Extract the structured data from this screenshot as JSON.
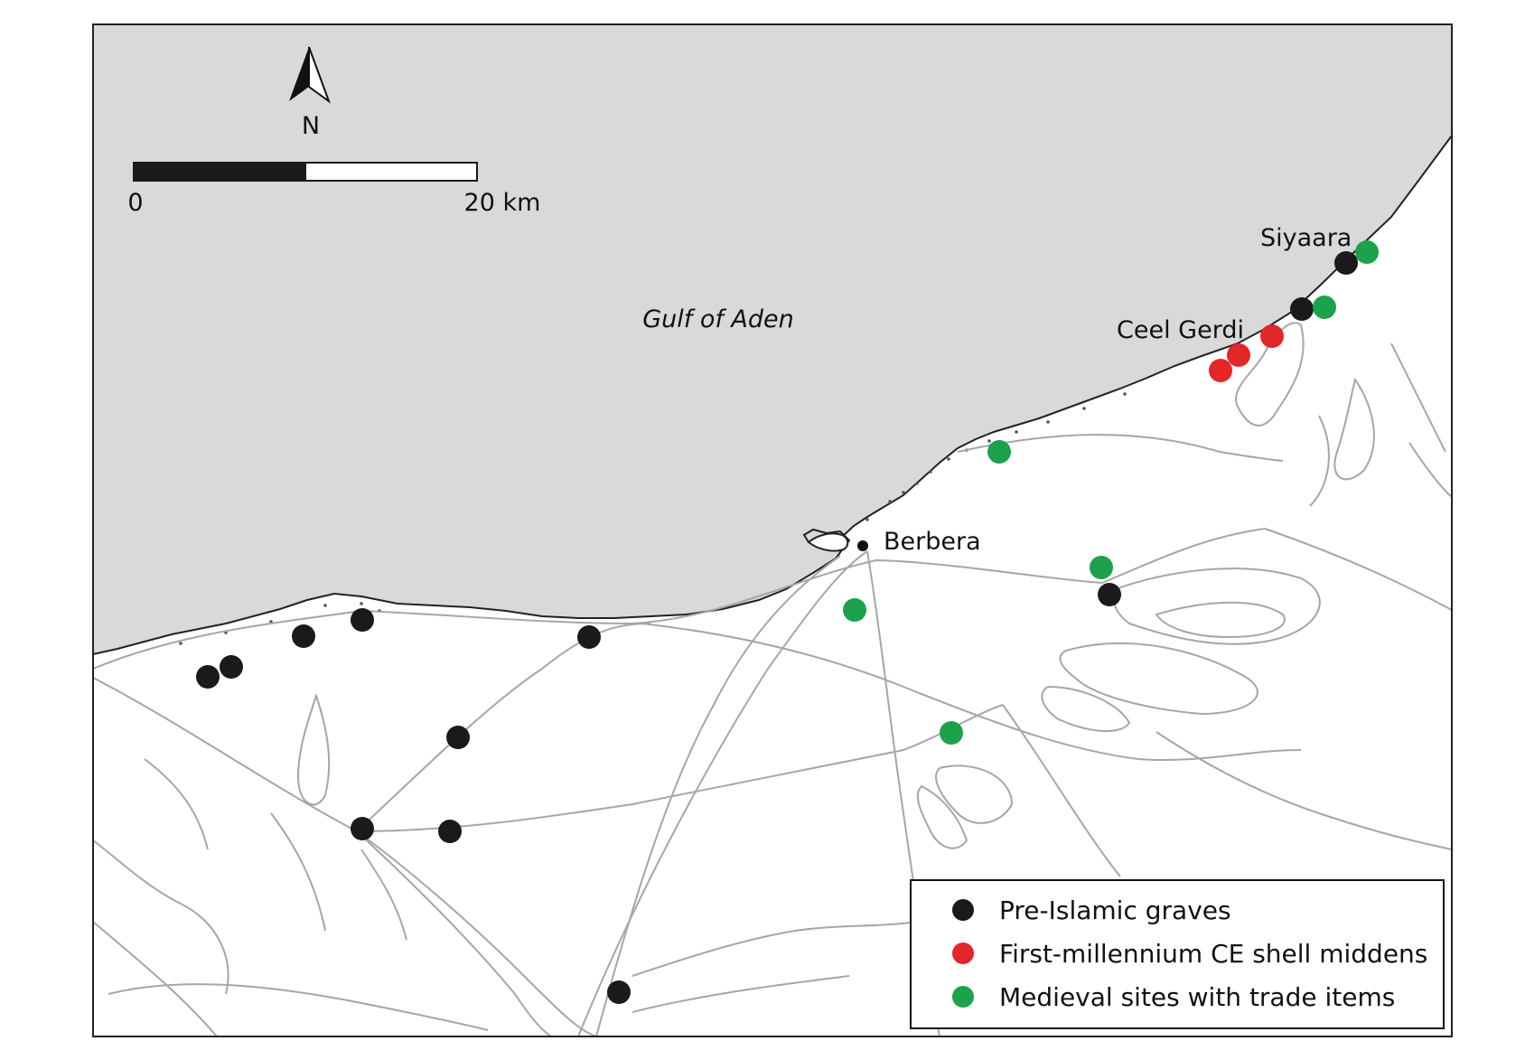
{
  "map": {
    "north_label": "N",
    "scale": {
      "start_label": "0",
      "end_label": "20 km"
    },
    "sea_label": "Gulf of Aden",
    "places": {
      "berbera": "Berbera",
      "siyaara": "Siyaara",
      "ceel_gerdi": "Ceel Gerdi"
    },
    "legend": [
      {
        "category": "pre_islamic",
        "label": "Pre-Islamic graves",
        "color": "#1a1a1a"
      },
      {
        "category": "shell_midden",
        "label": "First-millennium CE shell middens",
        "color": "#e42629"
      },
      {
        "category": "medieval",
        "label": "Medieval sites with trade items",
        "color": "#1ba24b"
      }
    ],
    "colors": {
      "sea": "#d9d9d9",
      "land": "#ffffff",
      "contours": "#a6a6a6",
      "coastline": "#222222"
    }
  }
}
